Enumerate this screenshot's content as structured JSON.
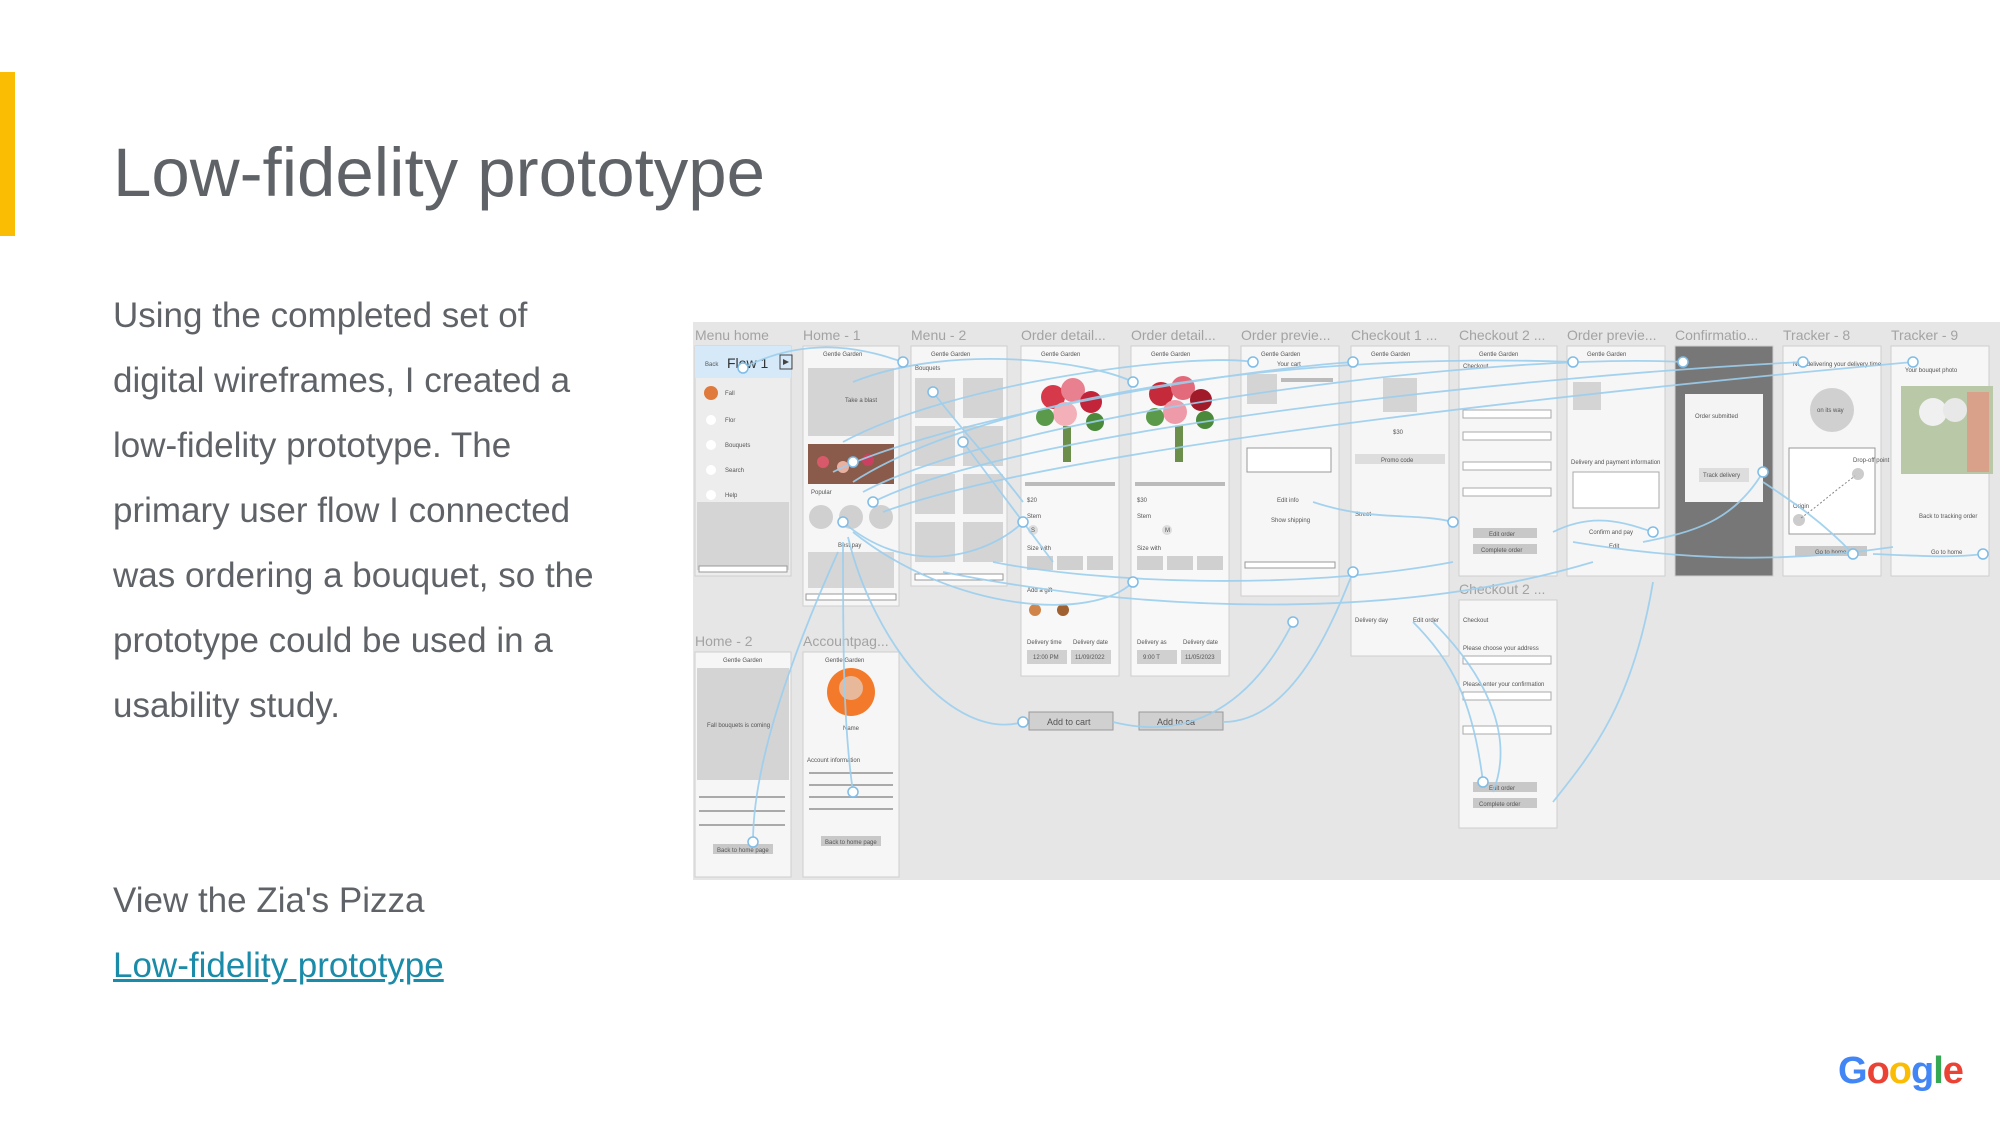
{
  "slide": {
    "title": "Low-fidelity prototype",
    "body": "Using the completed set of digital wireframes, I created a low-fidelity prototype. The primary user flow I connected was ordering a bouquet, so the prototype could be used in a usability study.",
    "view_text": "View the Zia's Pizza",
    "link_text": "Low-fidelity prototype",
    "accent_color": "#fbbc04",
    "link_color": "#1a8ba8"
  },
  "logo": {
    "text": "Google",
    "letters": [
      "G",
      "o",
      "o",
      "g",
      "l",
      "e"
    ]
  },
  "prototype": {
    "flow_label": "Flow 1",
    "back_label": "Back",
    "brand": "Gentle Garden",
    "frames": [
      "Menu home",
      "Home - 1",
      "Menu - 2",
      "Order detail...",
      "Order detail...",
      "Order previe...",
      "Checkout 1 ...",
      "Checkout 2 ...",
      "Order previe...",
      "Confirmatio...",
      "Tracker - 8",
      "Tracker - 9"
    ],
    "frames_row2": [
      "Home - 2",
      "Accountpag..."
    ],
    "frame_checkout2b": "Checkout 2 ...",
    "menu_items": [
      "Fall",
      "Flor",
      "Bouquets",
      "Search",
      "Help"
    ],
    "home1": {
      "take_label": "Take a blast",
      "bestsellers": "Popular",
      "hub": "Best pay"
    },
    "home2": {
      "banner": "Fall bouquets is coming",
      "button": "Back to home page"
    },
    "menu2": {
      "section": "Bouquets"
    },
    "account": {
      "name": "Name",
      "section": "Account information",
      "button": "Back to home page"
    },
    "detail1": {
      "price": "$20",
      "stem": "Stem",
      "opt": "S",
      "size": "Size with",
      "gift": "Add a gift",
      "time_label": "Delivery time",
      "date_label": "Delivery date",
      "time": "12:00 PM",
      "date": "11/09/2022",
      "cta": "Add to cart"
    },
    "detail2": {
      "price": "$30",
      "stem": "Stem",
      "opt": "M",
      "size": "Size with",
      "time_label": "Delivery as",
      "date_label": "Delivery date",
      "time": "9:00 T",
      "date": "11/05/2023",
      "cta": "Add to ca"
    },
    "preview1": {
      "cart": "Your cart",
      "edit": "Edit info",
      "ship": "Show shipping"
    },
    "checkout1": {
      "subtotal": "$30",
      "promo": "Promo code",
      "address": "Street",
      "delivery": "Delivery day",
      "edit": "Edit order"
    },
    "checkout2": {
      "title": "Checkout",
      "edit": "Edit order",
      "complete": "Complete order"
    },
    "checkout2b": {
      "title": "Checkout",
      "choose": "Please choose your address",
      "confirm": "Please enter your confirmation",
      "edit": "Edit order",
      "complete": "Complete order"
    },
    "preview2": {
      "pay": "Delivery and payment information",
      "btn": "Confirm and pay",
      "edit": "Edit"
    },
    "confirm": {
      "msg": "Order submitted",
      "btn": "Track delivery"
    },
    "tracker8": {
      "title": "Now delivering your delivery time",
      "status": "on its way",
      "dropoff": "Drop-off point",
      "origin": "Origin",
      "btn": "Go to home"
    },
    "tracker9": {
      "title": "Your bouquet photo",
      "btn": "Back to tracking order",
      "link": "Go to home"
    }
  }
}
